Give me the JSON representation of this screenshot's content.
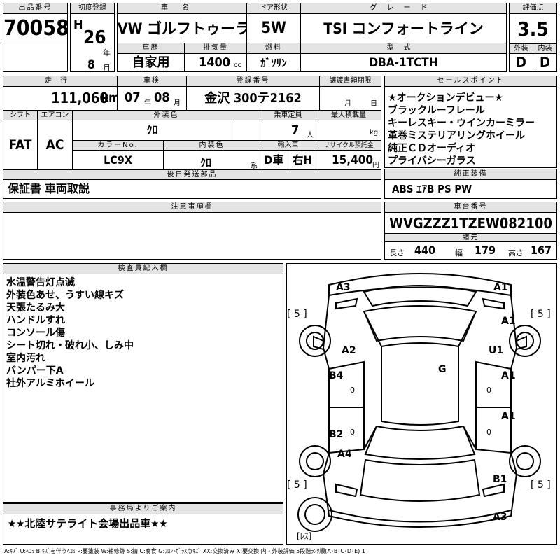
{
  "header": {
    "lot_no": {
      "label": "出品番号",
      "value": "70058"
    },
    "first_reg": {
      "label": "初度登録",
      "era": "H",
      "year": "26",
      "year_unit": "年",
      "month": "8",
      "month_unit": "月"
    },
    "car_name": {
      "label": "車名",
      "value": "VW ゴルフトゥーラン"
    },
    "door": {
      "label": "ドア形状",
      "value": "5W"
    },
    "grade": {
      "label": "グレード",
      "value": "TSI コンフォートライン"
    },
    "score": {
      "label": "評価点",
      "value": "3.5"
    },
    "history": {
      "label": "車歴",
      "value": "自家用"
    },
    "displacement": {
      "label": "排気量",
      "value": "1400",
      "unit": "cc"
    },
    "fuel": {
      "label": "燃料",
      "value": "ｶﾞｿﾘﾝ"
    },
    "model_code": {
      "label": "型式",
      "value": "DBA-1TCTH"
    },
    "exterior": {
      "label": "外装",
      "value": "D"
    },
    "interior": {
      "label": "内装",
      "value": "D"
    }
  },
  "row2": {
    "mileage": {
      "label": "走行",
      "value": "111,060",
      "unit": "km"
    },
    "inspection": {
      "label": "車検",
      "year": "07",
      "year_unit": "年",
      "month": "08",
      "month_unit": "月"
    },
    "plate": {
      "label": "登録番号",
      "value": "金沢 300テ2162"
    },
    "transfer": {
      "label": "譲渡書類期限",
      "month_unit": "月",
      "day_unit": "日"
    },
    "shift": {
      "label": "シフト",
      "value": "FAT"
    },
    "aircon": {
      "label": "エアコン",
      "value": "AC"
    },
    "color": {
      "label": "外装色",
      "value": "ｸﾛ"
    },
    "capacity": {
      "label": "乗車定員",
      "value": "7",
      "unit": "人"
    },
    "max_load": {
      "label": "最大積載量",
      "value": "",
      "unit": "kg"
    },
    "color_no": {
      "label": "カラーNo.",
      "value": "LC9X"
    },
    "int_color": {
      "label": "内装色",
      "value": "ｸﾛ",
      "unit": "系"
    },
    "import": {
      "label": "輸入車",
      "value1": "D車",
      "value2": "右H"
    },
    "recycle": {
      "label": "リサイクル預託金",
      "value": "15,400",
      "unit": "円"
    },
    "later": {
      "label": "後日発送部品",
      "value": "保証書 車両取説"
    }
  },
  "sales_points": {
    "label": "セールスポイント",
    "items": [
      "★オークションデビュー★",
      "ブラックルーフレール",
      "キーレスキー・ウインカーミラー",
      "革巻ミステリアリングホイール",
      "純正ＣＤオーディオ",
      "プライバシーガラス"
    ]
  },
  "equipment": {
    "label": "純正装備",
    "value": "ABS ｴｱB PS PW"
  },
  "notes": {
    "label": "注意事項欄",
    "value": ""
  },
  "chassis": {
    "label": "車台番号",
    "value": "WVGZZZ1TZEW082100"
  },
  "specs": {
    "label": "諸元",
    "length": {
      "label": "長さ",
      "value": "440"
    },
    "width": {
      "label": "幅",
      "value": "179"
    },
    "height": {
      "label": "高さ",
      "value": "167"
    }
  },
  "inspector": {
    "label": "検査員記入欄",
    "items": [
      "水温警告灯点滅",
      "外装色あせ、うすい線キズ",
      "天張たるみ大",
      "ハンドルすれ",
      "コンソール傷",
      "シート切れ・破れ小、しみ中",
      "室内汚れ",
      "バンパー下A",
      "社外アルミホイール"
    ]
  },
  "office": {
    "label": "事務局よりご案内",
    "value": "★★北陸サテライト会場出品車★★"
  },
  "damage": {
    "a3_top": "A3",
    "a1_top": "A1",
    "tire_fl": "[ 5 ]",
    "tire_fr": "[ 5 ]",
    "tire_rl": "[ 5 ]",
    "tire_rr": "[ 5 ]",
    "a2": "A2",
    "a1_r1": "A1",
    "u1": "U1",
    "g": "G",
    "b4": "B4",
    "a1_r2": "A1",
    "a1_r3": "A1",
    "b2": "B2",
    "a4": "A4",
    "b1": "B1",
    "a3_bottom": "A3",
    "spare": "[ﾚｽ]",
    "zero1": "0",
    "zero2": "0",
    "zero3": "0",
    "zero4": "0"
  },
  "legend": "A:ｷｽﾞ U:ﾍｺﾐ B:ｷｽﾞを伴うﾍｺﾐ P:要塗装 W:補修跡 S:錆 C:腐食 G:ﾌﾛﾝﾄｶﾞﾗｽ点ｷｽﾞ XX:交換済み X:要交換 内・外装評価 5段階ﾗﾝｸ順(A･B･C･D･E) 1"
}
